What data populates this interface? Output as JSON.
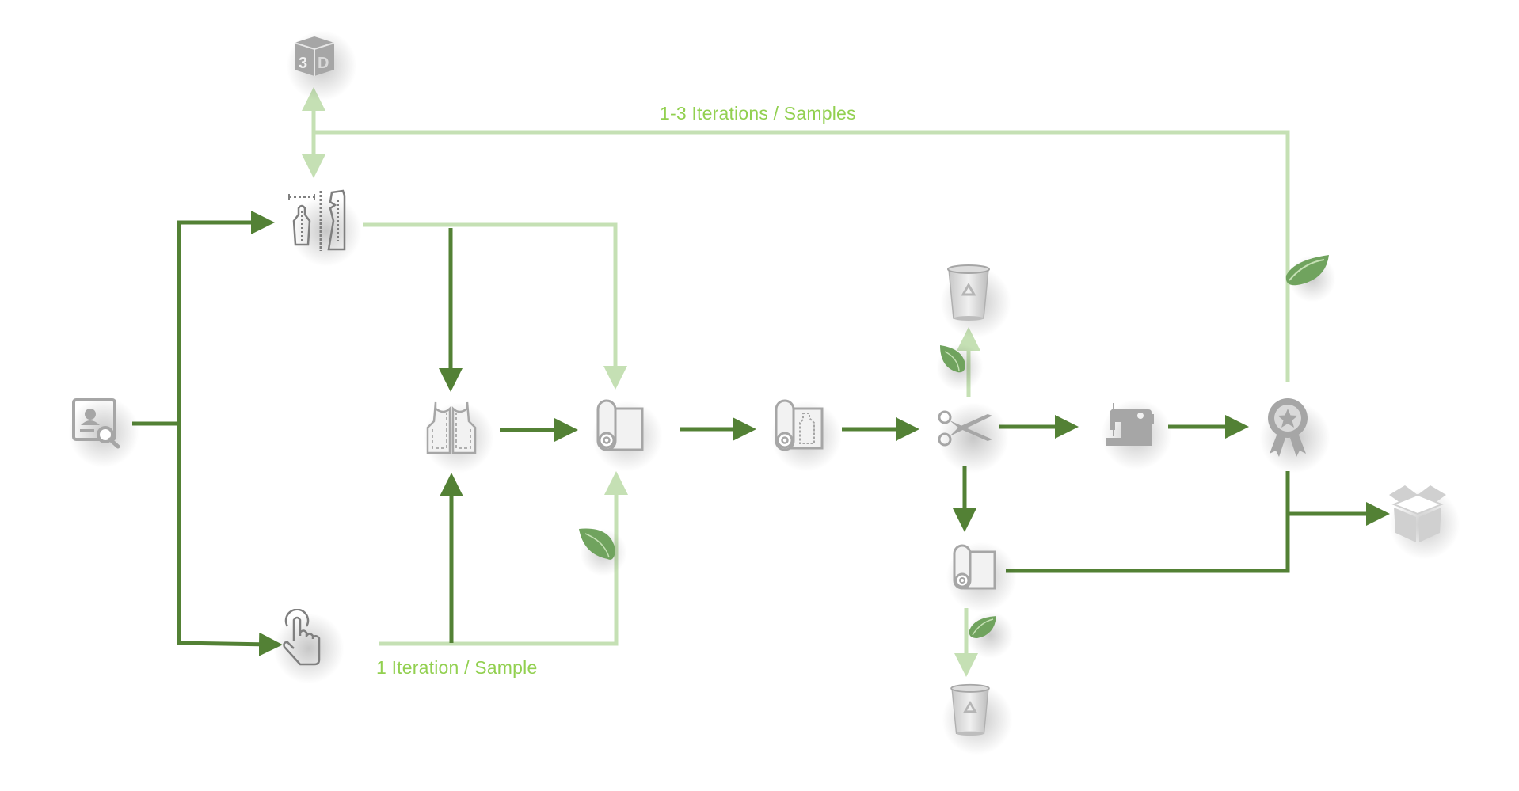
{
  "colors": {
    "primary_flow": "#538135",
    "iteration_flow": "#c5e0b4",
    "label_text": "#92d050",
    "icon_gray": "#a6a6a6",
    "leaf_green": "#70a35e"
  },
  "labels": {
    "top_loop": "1-3  Iterations / Samples",
    "bottom_loop": "1 Iteration / Sample"
  },
  "nodes": [
    {
      "id": "customer-research",
      "icon": "profile-search-icon"
    },
    {
      "id": "3d-design",
      "icon": "3d-cube-icon",
      "text": "3D"
    },
    {
      "id": "pattern-making",
      "icon": "body-measurement-pattern-icon"
    },
    {
      "id": "digital-design",
      "icon": "touch-hand-icon"
    },
    {
      "id": "garment-pattern",
      "icon": "vest-pattern-icon"
    },
    {
      "id": "fabric-roll",
      "icon": "fabric-roll-icon"
    },
    {
      "id": "marker-layout",
      "icon": "fabric-marker-icon"
    },
    {
      "id": "cutting",
      "icon": "scissors-icon"
    },
    {
      "id": "sewing",
      "icon": "sewing-machine-icon"
    },
    {
      "id": "quality-approval",
      "icon": "award-ribbon-icon"
    },
    {
      "id": "packaging",
      "icon": "open-box-icon"
    },
    {
      "id": "leftover-fabric",
      "icon": "fabric-roll-icon"
    },
    {
      "id": "cutting-waste-bin",
      "icon": "recycle-bin-icon"
    },
    {
      "id": "leftover-waste-bin",
      "icon": "recycle-bin-icon"
    }
  ],
  "sustainability_markers": [
    {
      "id": "leaf-sample-loop",
      "icon": "leaf-icon"
    },
    {
      "id": "leaf-cutting-waste",
      "icon": "leaf-icon"
    },
    {
      "id": "leaf-leftover-waste",
      "icon": "leaf-icon"
    },
    {
      "id": "leaf-iteration-loop",
      "icon": "leaf-icon"
    }
  ]
}
